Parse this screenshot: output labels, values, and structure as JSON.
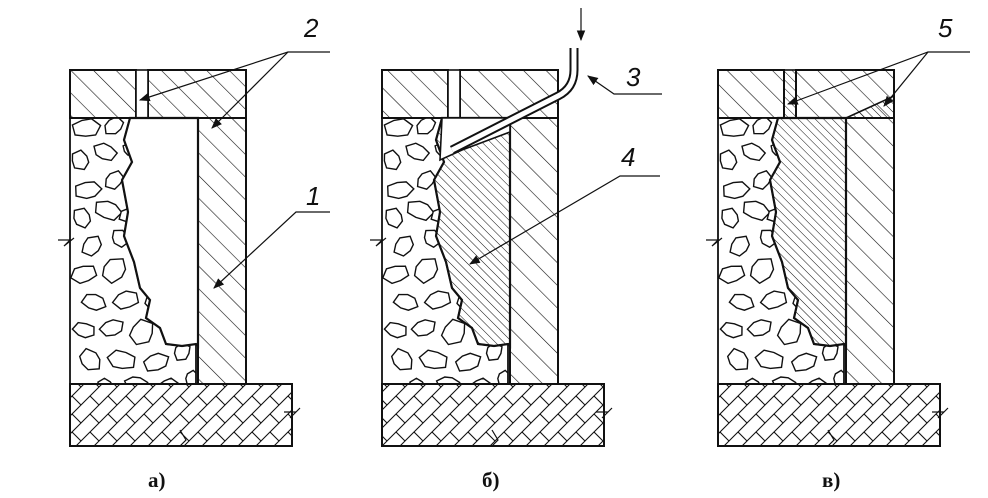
{
  "callouts": {
    "one": "1",
    "two": "2",
    "three": "3",
    "four": "4",
    "five": "5"
  },
  "panels": [
    {
      "id": "a",
      "caption": "а)"
    },
    {
      "id": "b",
      "caption": "б)"
    },
    {
      "id": "c",
      "caption": "в)"
    }
  ],
  "colors": {
    "ink": "#111111",
    "paper": "#ffffff"
  },
  "icons": {
    "flow_arrow": "down-arrow-icon"
  }
}
